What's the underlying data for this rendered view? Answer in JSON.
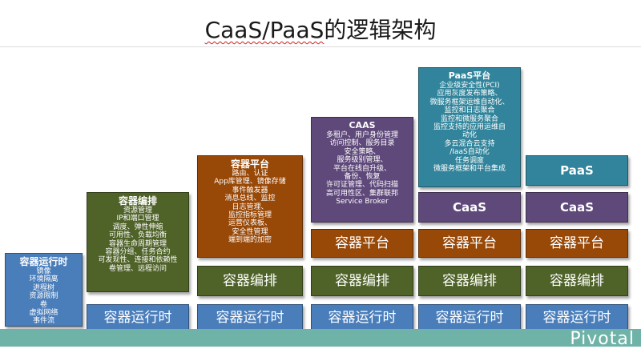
{
  "title": "CaaS/PaaS的逻辑架构",
  "title_parts": [
    "CaaS/PaaS",
    "的逻辑架构"
  ],
  "layers": {
    "runtime": "容器运行时",
    "orchestration": "容器编排",
    "platform": "容器平台",
    "caas": "CaaS",
    "paas": "PaaS"
  },
  "columns": [
    {
      "heading": "容器运行时",
      "lines": [
        "镜像",
        "环境隔离",
        "进程树",
        "资源限制",
        "卷",
        "虚拟网络",
        "事件流"
      ]
    },
    {
      "heading": "容器编排",
      "lines": [
        "资源管理",
        "IP和端口管理",
        "调度、弹性伸缩",
        "可用性、负载均衡",
        "容器生命周期管理",
        "容器分组、任务合约",
        "可发现性、连接和依赖性",
        "卷管理、远程访问"
      ]
    },
    {
      "heading": "容器平台",
      "lines": [
        "路由、认证",
        "App库管理、镜像存储",
        "事件触发器",
        "消息总线、监控",
        "日志管理、",
        "监控指标管理",
        "运营仪表板、",
        "安全性管理",
        "端到端的加密"
      ]
    },
    {
      "heading": "CAAS",
      "lines": [
        "多租户、用户身份管理",
        "访问控制、服务目录",
        "安全策略、",
        "服务级别管理、",
        "平台在线自升级、",
        "备份、恢复",
        "许可证管理、代码扫描",
        "高可用性区、集群联邦",
        "Service Broker"
      ]
    },
    {
      "heading": "PaaS平台",
      "lines": [
        "企业级安全性(PCI)",
        "应用灰度发布策略、",
        "微服务框架运维自动化、",
        "监控和日志聚合",
        "监控和微服务聚合",
        "监控支持的应用运维自",
        "动化",
        "多云混合云支持",
        "/IaaS自动化",
        "任务调度",
        "微服务框架和平台集成"
      ]
    }
  ],
  "brand": "Pivotal",
  "colors": {
    "runtime": "#4a7ebb",
    "orchestration": "#4f6228",
    "platform": "#984807",
    "caas": "#5f497a",
    "paas": "#31849b",
    "footer": "#6fb3a8"
  }
}
